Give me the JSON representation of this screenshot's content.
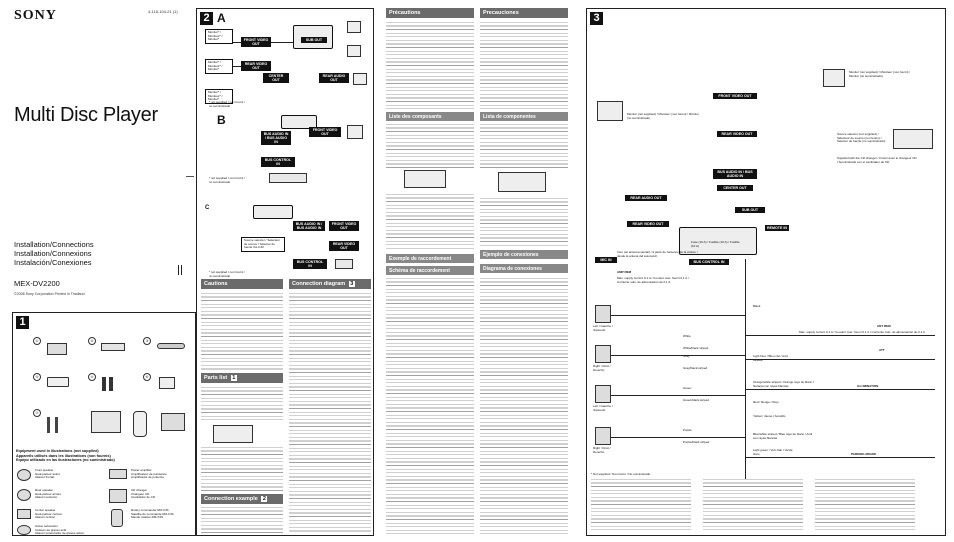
{
  "cover": {
    "brand": "SONY",
    "doc_number": "4-115-104-21 (1)",
    "title": "Multi Disc Player",
    "subtitles": [
      "Installation/Connections",
      "Installation/Connexions",
      "Instalación/Conexiones"
    ],
    "model": "MEX-DV2200",
    "copyright": "©2008 Sony Corporation   Printed in Thailand"
  },
  "section1": {
    "num": "1",
    "header": [
      "Equipment used in illustrations (not supplied)",
      "Appareils utilisés dans les illustrations (non fournis)",
      "Equipo utilizado en las ilustraciones (no suministrado)"
    ],
    "parts": [
      "①",
      "②",
      "③",
      "④",
      "⑤",
      "⑥",
      "⑦"
    ],
    "equipment": [
      {
        "label": "Front speaker\nHaut-parleur avant\nAltavoz frontal"
      },
      {
        "label": "Rear speaker\nHaut-parleur arrière\nAltavoz posterior"
      },
      {
        "label": "Center speaker\nHaut-parleur central\nAltavoz central"
      },
      {
        "label": "Active subwoofer\nCaisson de graves actif\nAltavoz potenciador de graves activo"
      },
      {
        "label": "Power amplifier\nAmplificateur de puissance\nAmplificador de potencia"
      },
      {
        "label": "CD changer\nChangeur CD\nCambiador de CD"
      },
      {
        "label": "Rotary commander RM-X4S\nSatellite de commande RM-X4S\nMando rotativo RM-X4S"
      }
    ]
  },
  "section2": {
    "num": "2",
    "diagram_a": "A",
    "diagram_b": "B",
    "diagram_c": "C",
    "labels": {
      "front_video_out": "FRONT VIDEO OUT",
      "sub_out": "SUB OUT",
      "rear_video_out": "REAR VIDEO OUT",
      "center_out": "CENTER OUT",
      "rear_audio_out": "REAR AUDIO OUT",
      "bus_audio_in": "BUS AUDIO IN / BUS AUDIO IN",
      "bus_control_in": "BUS CONTROL IN",
      "monitor": "Monitor* / Moniteur* / Monitor*",
      "not_supplied": "* not supplied / non fourni / no suministrado",
      "source_selector": "Source selector / Sélecteur de source / Selector de fuente XA-C40"
    }
  },
  "columns": [
    {
      "head": "Précautions",
      "blocks": [
        {
          "sub": "",
          "lines": 30
        },
        {
          "sub": "Liste des composants",
          "lines": 24
        },
        {
          "sub": "Exemple de raccordement",
          "lines": 8
        },
        {
          "sub": "Schéma de raccordement",
          "lines": 62
        }
      ]
    },
    {
      "head": "Precauciones",
      "blocks": [
        {
          "sub": "",
          "lines": 30
        },
        {
          "sub": "Lista de componentes",
          "lines": 24
        },
        {
          "sub": "Ejemplo de conexiones",
          "lines": 8
        },
        {
          "sub": "Diagrama de conexiones",
          "lines": 62
        }
      ]
    }
  ],
  "left_col": {
    "cautions_head": "Cautions",
    "parts_list_head": "Parts list",
    "connection_diagram_head": "Connection diagram",
    "connection_example_head": "Connection example",
    "parts_list_num": "1",
    "connection_diagram_num": "3",
    "connection_example_num": "2"
  },
  "section3": {
    "num": "3",
    "connectors": {
      "front_video_out": "FRONT VIDEO OUT",
      "rear_video_out": "REAR VIDEO OUT",
      "bus_audio_in": "BUS AUDIO IN / BUS AUDIO IN",
      "center_out": "CENTER OUT",
      "sub_out": "SUB OUT",
      "rear_audio_out": "REAR AUDIO OUT",
      "remote_in": "REMOTE IN",
      "rear_video_out_2": "REAR VIDEO OUT",
      "mic_in": "MIC IN",
      "bus_control_in": "BUS CONTROL IN",
      "fuse": "Fuse (10 A) / Fusible (10 A) / Fusible (10 A)"
    },
    "notes_top": {
      "monitor_a": "Monitor (not supplied) / Moniteur (non fourni) / Monitor (no suministrado)",
      "monitor_b": "Monitor (not supplied) / Moniteur (non fourni) / Monitor (no suministrado)",
      "source_selector": "Source selector (not supplied) / Sélecteur de source (non fourni) / Selector de fuente (no suministrado)",
      "supplied_cd": "Supplied with the CD changer / Fourni avec le changeur CD / Suministrado con el cambiador de CD",
      "antenna": "from car antenna (aerial) / à partir de l'antenne de la voiture / desde la antena del automóvil",
      "amp_rem": "AMP REM",
      "max_supply": "Max. supply current 0.1 A / Courant max. fourni 0,1 A / Corriente máx. de alimentación de 0,1 A"
    },
    "wires": [
      {
        "color_en": "Black",
        "color_fr": "Noir",
        "color_es": "Negro"
      },
      {
        "color_en": "White",
        "color_fr": "Blanc",
        "color_es": "Blanco"
      },
      {
        "color_en": "White/black striped",
        "color_fr": "Blanc rayé de noir",
        "color_es": "Blanco con rayas negras"
      },
      {
        "color_en": "Gray",
        "color_fr": "Gris",
        "color_es": "Gris"
      },
      {
        "color_en": "Gray/black striped",
        "color_fr": "Gris rayé de noir",
        "color_es": "Gris con rayas negras"
      },
      {
        "color_en": "Green",
        "color_fr": "Vert",
        "color_es": "Verde"
      },
      {
        "color_en": "Green/black striped",
        "color_fr": "Vert rayé de noir",
        "color_es": "Verde con rayas negras"
      },
      {
        "color_en": "Purple",
        "color_fr": "Mauve",
        "color_es": "Morado"
      },
      {
        "color_en": "Purple/black striped",
        "color_fr": "Mauve rayé de noir",
        "color_es": "Morado con rayas negras"
      }
    ],
    "speakers": [
      "Left / Gauche / Izquierdo",
      "Right / Droit / Derecho",
      "Left / Gauche / Izquierdo",
      "Right / Droit / Derecho"
    ],
    "right_labels": {
      "ant_rem": "ANT REM",
      "ant_rem_desc": "Max. supply current 0.1 A / Courant max. fourni 0,1 A / Corriente máx. de alimentación de 0,1 A",
      "att": "ATT",
      "illumination": "ILLUMINATION",
      "parking_brake": "PARKING BRAKE",
      "red": "Red / Rouge / Rojo",
      "light_blue": "Light blue / Bleu ciel / Azul celeste",
      "orange_white": "Orange/white striped / Orange rayé de blanc / Naranja con rayas blancas",
      "yellow": "Yellow / Jaune / Amarillo",
      "blue_white": "Blue/white striped / Bleu rayé de blanc / Azul con rayas blancas",
      "light_green": "Light green / Vert clair / Verde claro"
    },
    "footnotes": [
      "* Not supplied / Non fourni / No suministrado",
      "*1 Note for MIC IN / Remarque pour MIC IN / Nota para MIC IN",
      "*2 Supplied with the microphone / Fourni avec le microphone / Suministrado con el micrófono"
    ]
  }
}
